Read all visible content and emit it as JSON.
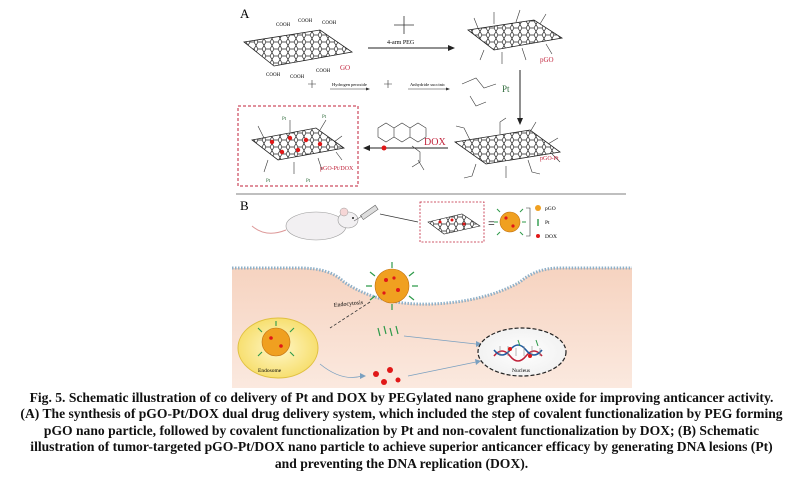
{
  "panel_a": {
    "label": "A",
    "go_label": "GO",
    "cooh_labels": [
      "COOH",
      "COOH",
      "COOH",
      "COOH",
      "COOH",
      "COOH"
    ],
    "peg_label": "4-arm PEG",
    "pgo_label": "pGO",
    "step2_left": "Hydrogen peroxide",
    "step2_right": "Anhydride succinic",
    "pt_label": "Pt",
    "dox_label": "DOX",
    "pgo_pt_label": "pGO-Pt",
    "pgo_pt_dox_label": "pGO-Pt/DOX",
    "pt_marks": [
      "Pt",
      "Pt",
      "Pt",
      "Pt"
    ]
  },
  "panel_b": {
    "label": "B",
    "legend": [
      "pGO",
      "Pt",
      "DOX"
    ],
    "endocytosis": "Endocytosis",
    "endosome": "Endosome",
    "nucleus": "Nucleus"
  },
  "caption": {
    "text": "Fig. 5. Schematic illustration of co delivery of Pt and DOX by PEGylated nano graphene oxide for improving anticancer activity. (A) The synthesis of pGO-Pt/DOX dual drug delivery system, which included the step of covalent functionalization by PEG forming pGO nano particle, followed by covalent functionalization by Pt and non-covalent functionalization by DOX; (B) Schematic illustration of tumor-targeted pGO-Pt/DOX nano particle to achieve superior anticancer efficacy by generating DNA lesions (Pt) and preventing the DNA replication (DOX)."
  },
  "colors": {
    "accent_red": "#c0223a",
    "dox_red": "#e01818",
    "pt_green": "#2e9a4a",
    "particle_orange": "#f0a020",
    "cell_bg": "#f7d9c8"
  }
}
